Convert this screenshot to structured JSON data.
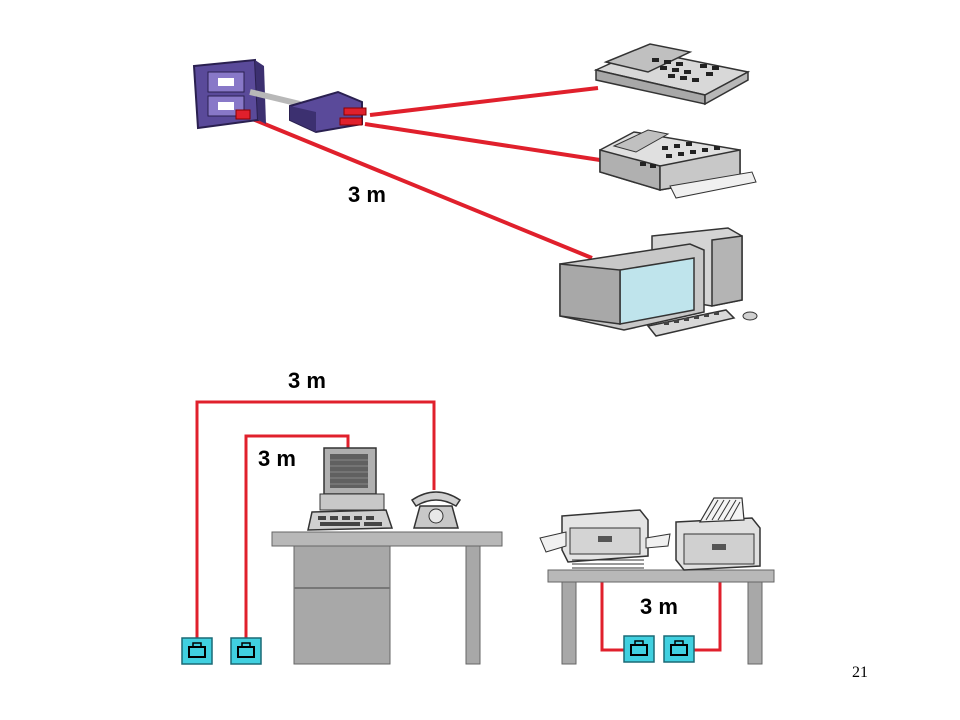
{
  "diagram": {
    "top_section": {
      "cable_length_label": "3 m",
      "devices": [
        "telephone-icon",
        "fax-machine-icon",
        "desktop-computer-icon"
      ],
      "wall_socket": "wall-socket-icon",
      "splitter": "splitter-icon"
    },
    "bottom_section": {
      "outer_cable_label": "3 m",
      "inner_cable_label": "3 m",
      "printer_cable_label": "3 m",
      "devices": [
        "workstation-icon",
        "desk-telephone-icon",
        "printer-icon",
        "laser-printer-icon"
      ],
      "wall_outlets": [
        "network-outlet-icon",
        "network-outlet-icon",
        "network-outlet-icon",
        "network-outlet-icon"
      ]
    },
    "colors": {
      "cable": "#e0202c",
      "outlet": "#40d0e0",
      "device_gray": "#c8c8c8",
      "socket_purple": "#5a4a9a"
    }
  },
  "page_number": "21"
}
